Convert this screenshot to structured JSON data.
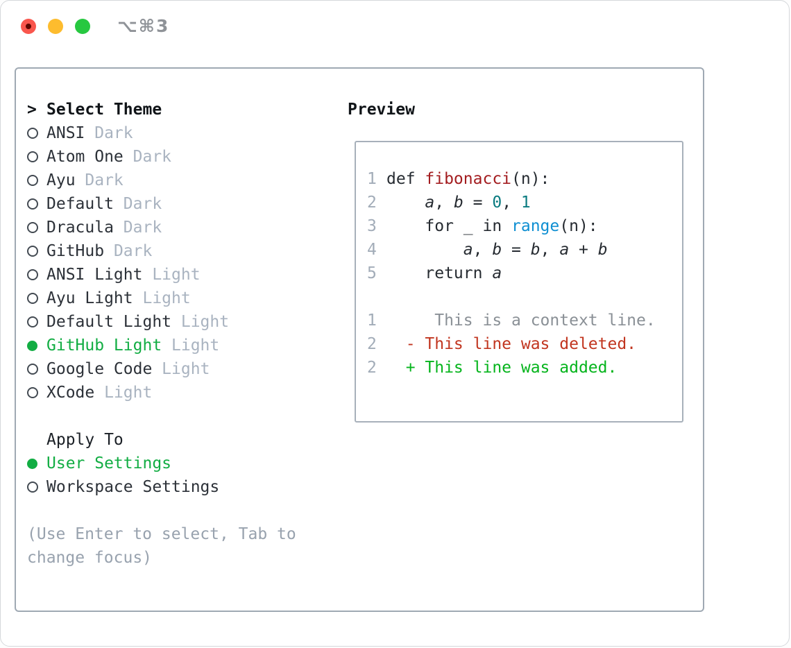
{
  "window": {
    "title": "⌥⌘3",
    "traffic_lights": [
      "close",
      "minimize",
      "zoom"
    ]
  },
  "theme_picker": {
    "prompt": ">",
    "title": "Select Theme",
    "items": [
      {
        "name": "ANSI",
        "tag": "Dark",
        "selected": false
      },
      {
        "name": "Atom One",
        "tag": "Dark",
        "selected": false
      },
      {
        "name": "Ayu",
        "tag": "Dark",
        "selected": false
      },
      {
        "name": "Default",
        "tag": "Dark",
        "selected": false
      },
      {
        "name": "Dracula",
        "tag": "Dark",
        "selected": false
      },
      {
        "name": "GitHub",
        "tag": "Dark",
        "selected": false
      },
      {
        "name": "ANSI Light",
        "tag": "Light",
        "selected": false
      },
      {
        "name": "Ayu Light",
        "tag": "Light",
        "selected": false
      },
      {
        "name": "Default Light",
        "tag": "Light",
        "selected": false
      },
      {
        "name": "GitHub Light",
        "tag": "Light",
        "selected": true
      },
      {
        "name": "Google Code",
        "tag": "Light",
        "selected": false
      },
      {
        "name": "XCode",
        "tag": "Light",
        "selected": false
      }
    ],
    "apply_to": {
      "title": "Apply To",
      "options": [
        {
          "label": "User Settings",
          "selected": true
        },
        {
          "label": "Workspace Settings",
          "selected": false
        }
      ]
    },
    "hint_lines": [
      "(Use Enter to select, Tab to",
      "change focus)"
    ]
  },
  "preview": {
    "title": "Preview",
    "lines": [
      {
        "num": "1",
        "segments": [
          [
            "def ",
            "p"
          ],
          [
            "fibonacci",
            "fn"
          ],
          [
            "(n):",
            "p"
          ]
        ]
      },
      {
        "num": "2",
        "segments": [
          [
            "    ",
            "p"
          ],
          [
            "a",
            "v"
          ],
          [
            ", ",
            "p"
          ],
          [
            "b",
            "v"
          ],
          [
            " = ",
            "p"
          ],
          [
            "0",
            "nm"
          ],
          [
            ", ",
            "p"
          ],
          [
            "1",
            "nm"
          ]
        ]
      },
      {
        "num": "3",
        "segments": [
          [
            "    for _ in ",
            "p"
          ],
          [
            "range",
            "bi"
          ],
          [
            "(n):",
            "p"
          ]
        ]
      },
      {
        "num": "4",
        "segments": [
          [
            "        ",
            "p"
          ],
          [
            "a",
            "v"
          ],
          [
            ", ",
            "p"
          ],
          [
            "b",
            "v"
          ],
          [
            " = ",
            "p"
          ],
          [
            "b",
            "v"
          ],
          [
            ", ",
            "p"
          ],
          [
            "a",
            "v"
          ],
          [
            " + ",
            "p"
          ],
          [
            "b",
            "v"
          ]
        ]
      },
      {
        "num": "5",
        "segments": [
          [
            "    return ",
            "p"
          ],
          [
            "a",
            "v"
          ]
        ]
      },
      {
        "num": "",
        "segments": []
      },
      {
        "num": "1",
        "segments": [
          [
            "     This is a context line.",
            "ctx"
          ]
        ]
      },
      {
        "num": "2",
        "segments": [
          [
            "  - This line was deleted.",
            "del"
          ]
        ]
      },
      {
        "num": "2",
        "segments": [
          [
            "  + This line was added.",
            "add"
          ]
        ]
      }
    ]
  },
  "colors": {
    "selection_green": "#12ad43",
    "diff_added_green": "#05b41c",
    "diff_deleted_red": "#c1351f",
    "context_gray": "#8a9096",
    "function_red": "#a31d20",
    "number_teal": "#0a7b80",
    "builtin_blue": "#0f8fd2",
    "tag_gray": "#a9b3c0",
    "panel_border": "#9fa9b3",
    "traffic_red": "#f9564d",
    "traffic_yellow": "#fdbc2e",
    "traffic_green": "#27c840"
  }
}
